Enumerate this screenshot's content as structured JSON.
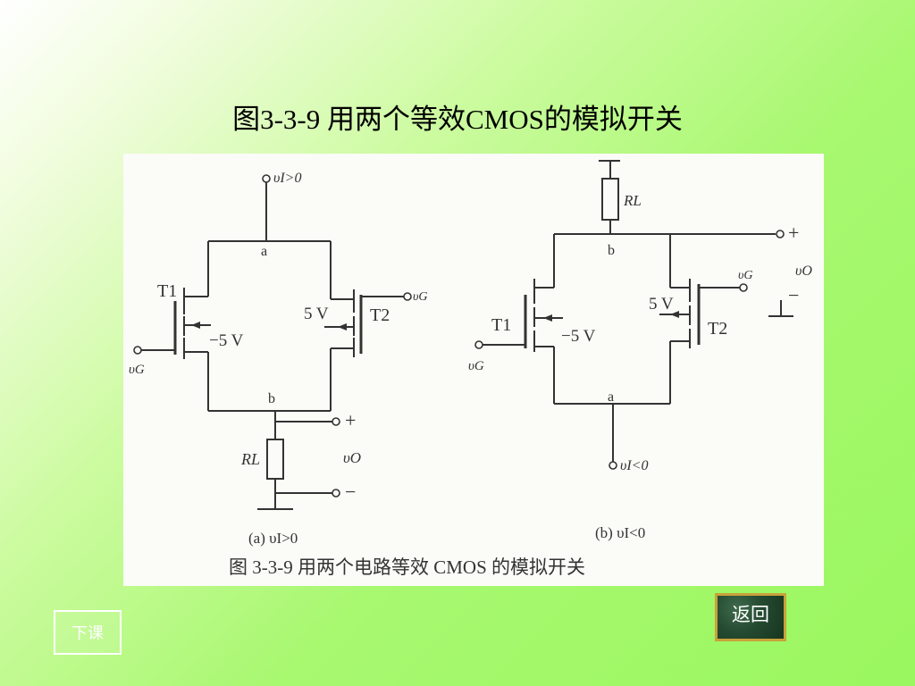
{
  "slide": {
    "title": "图3-3-9 用两个等效CMOS的模拟开关"
  },
  "figure": {
    "caption": "图 3-3-9   用两个电路等效 CMOS 的模拟开关",
    "a": {
      "subcaption": "(a) υI>0",
      "vi_label": "υI>0",
      "node_top": "a",
      "node_bottom": "b",
      "t1_label": "T1",
      "t2_label": "T2",
      "neg5v": "−5 V",
      "pos5v": "5 V",
      "vg_label": "υG",
      "vgbar_label": "υG",
      "rl_label": "RL",
      "vo_label": "υO",
      "plus": "+",
      "minus": "−"
    },
    "b": {
      "subcaption": "(b) υI<0",
      "vi_label": "υI<0",
      "node_top": "b",
      "node_bottom": "a",
      "t1_label": "T1",
      "t2_label": "T2",
      "neg5v": "−5 V",
      "pos5v": "5 V",
      "vg_label": "υG",
      "vgbar_label": "υG",
      "rl_label": "RL",
      "vo_label": "υO",
      "plus": "+",
      "minus": "−"
    }
  },
  "buttons": {
    "next_label": "下课",
    "back_label": "返回"
  }
}
